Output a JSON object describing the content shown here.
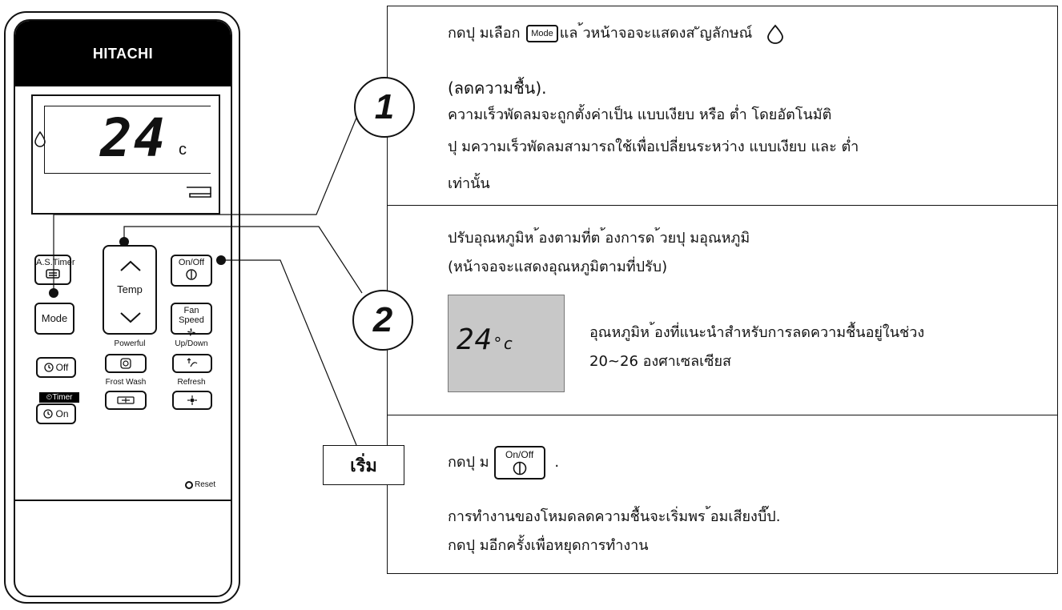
{
  "remote": {
    "brand": "HITACHI",
    "display_temp": "24",
    "display_unit": "c",
    "buttons": {
      "as_timer": "A.S.Timer",
      "temp": "Temp",
      "on_off": "On/Off",
      "mode": "Mode",
      "fan_speed": "Fan Speed",
      "off": "Off",
      "on": "On",
      "timer": "Timer"
    },
    "labels": {
      "powerful": "Powerful",
      "up_down": "Up/Down",
      "frost_wash": "Frost Wash",
      "refresh": "Refresh",
      "reset": "Reset"
    }
  },
  "steps": {
    "step1": {
      "number": "1",
      "line1_a": "กดปุ   มเลือก ",
      "mode_button": "Mode",
      "line1_b": "แล  ้วหน้าจอจะแสดงส  ัญลักษณ์ ",
      "line2": "(ลดความชื้น).",
      "line3": "ความเร็วพัดลมจะถูกตั้งค่าเป็น แบบเงียบ หรือ ต่ำ โดยอัตโนมัติ",
      "line4": "ปุ   มความเร็วพัดลมสามารถใช้เพื่อเปลี่ยนระหว่าง แบบเงียบ และ ต่ำ",
      "line5": "เท่านั้น"
    },
    "step2": {
      "number": "2",
      "line1": "ปรับอุณหภูมิห  ้องตามที่ต  ้องการด  ้วยปุ   มอุณหภูมิ",
      "line2": "(หน้าจอจะแสดงอุณหภูมิตามที่ปรับ)",
      "sample_temp": "24",
      "sample_unit": "°c",
      "note1": "อุณหภูมิห  ้องที่แนะนำสำหรับการลดความชื้นอยู่ในช่วง",
      "note2": "20~26 องศาเซลเซียส"
    },
    "start": {
      "label": "เริ่ม",
      "line1_a": "กดปุ   ม",
      "onoff_button": "On/Off",
      "line1_b": " .",
      "line2": "การทำงานของโหมดลดความชื้นจะเริ่มพร  ้อมเสียงบี๊ป.",
      "line3": "กดปุ   มอีกครั้งเพื่อหยุดการทำงาน"
    }
  },
  "icons": {
    "drop": "water-drop-icon",
    "power": "power-symbol-icon",
    "fan": "fan-icon",
    "clock": "clock-icon",
    "arrow_up": "chevron-up-icon",
    "arrow_down": "chevron-down-icon"
  }
}
